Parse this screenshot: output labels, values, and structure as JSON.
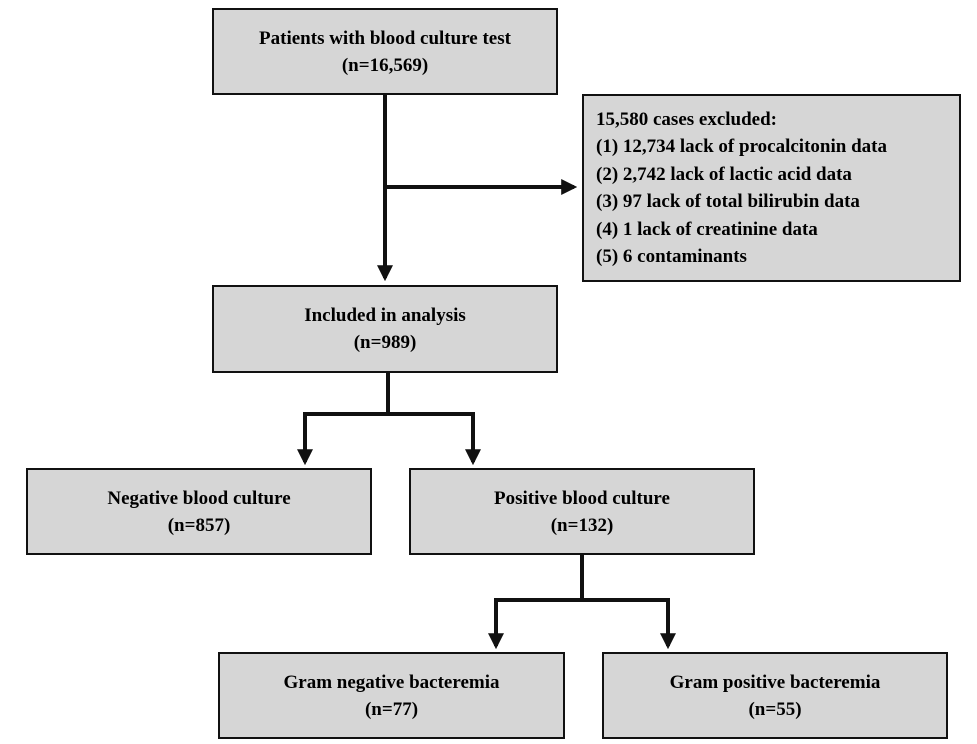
{
  "nodes": {
    "all_patients": {
      "label": "Patients with blood culture test",
      "count": "(n=16,569)"
    },
    "excluded": {
      "title": "15,580 cases excluded:",
      "reasons": [
        "(1) 12,734 lack of procalcitonin data",
        "(2) 2,742 lack of lactic acid data",
        "(3) 97 lack of total bilirubin data",
        "(4) 1 lack of creatinine data",
        "(5) 6 contaminants"
      ]
    },
    "included": {
      "label": "Included in analysis",
      "count": "(n=989)"
    },
    "negative": {
      "label": "Negative blood culture",
      "count": "(n=857)"
    },
    "positive": {
      "label": "Positive blood culture",
      "count": "(n=132)"
    },
    "gram_negative": {
      "label": "Gram negative bacteremia",
      "count": "(n=77)"
    },
    "gram_positive": {
      "label": "Gram positive bacteremia",
      "count": "(n=55)"
    }
  },
  "edges": [
    {
      "from": "all_patients",
      "to": "included"
    },
    {
      "from": "all_patients",
      "to": "excluded"
    },
    {
      "from": "included",
      "to": "negative"
    },
    {
      "from": "included",
      "to": "positive"
    },
    {
      "from": "positive",
      "to": "gram_negative"
    },
    {
      "from": "positive",
      "to": "gram_positive"
    }
  ],
  "colors": {
    "box_fill": "#d6d6d6",
    "line": "#111111"
  }
}
